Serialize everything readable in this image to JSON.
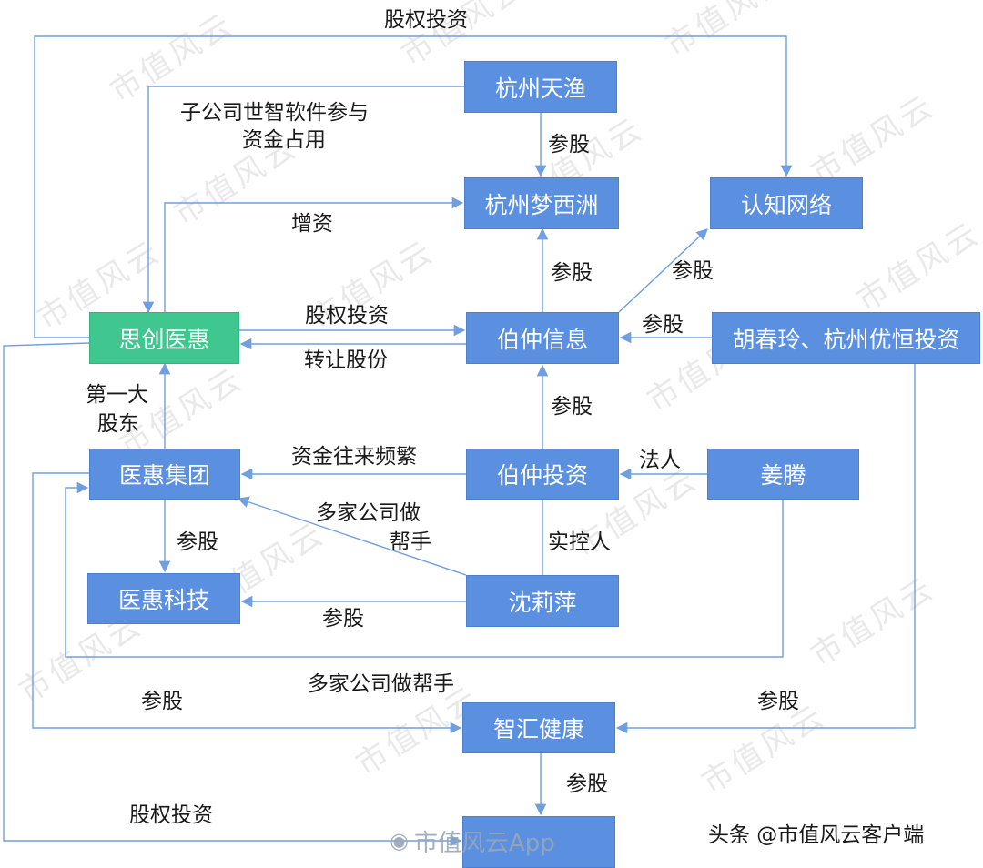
{
  "nodes": {
    "hz_tianyu": "杭州天渔",
    "hz_mengxizhou": "杭州梦西洲",
    "renzhi": "认知网络",
    "sichuang": "思创医惠",
    "bozhong_xinxi": "伯仲信息",
    "hu_chunling": "胡春玲、杭州优恒投资",
    "yihui_group": "医惠集团",
    "bozhong_touzi": "伯仲投资",
    "jiang_teng": "姜腾",
    "yihui_tech": "医惠科技",
    "shen_liping": "沈莉萍",
    "zhihui": "智汇健康"
  },
  "labels": {
    "top_equity": "股权投资",
    "subsidiary_line1": "子公司世智软件参与",
    "subsidiary_line2": "资金占用",
    "tianyu_mengxizhou": "参股",
    "capital_increase": "增资",
    "bozhong_mengxizhou": "参股",
    "bozhong_renzhi": "参股",
    "equity_invest": "股权投资",
    "transfer_shares": "转让股份",
    "hu_bozhong": "参股",
    "largest_holder_line1": "第一大",
    "largest_holder_line2": "股东",
    "touzi_xinxi": "参股",
    "frequent_funds": "资金往来频繁",
    "legal_person": "法人",
    "many_help_line1": "多家公司做",
    "many_help_line2": "帮手",
    "group_tech": "参股",
    "actual_controller": "实控人",
    "shen_tech": "参股",
    "many_help_bottom": "多家公司做帮手",
    "left_stake": "参股",
    "right_stake": "参股",
    "zhihui_stake": "参股",
    "bottom_equity": "股权投资"
  },
  "watermark": "市值风云",
  "footer": {
    "app_mark": "市值风云App",
    "credit": "头条 @市值风云客户端"
  }
}
